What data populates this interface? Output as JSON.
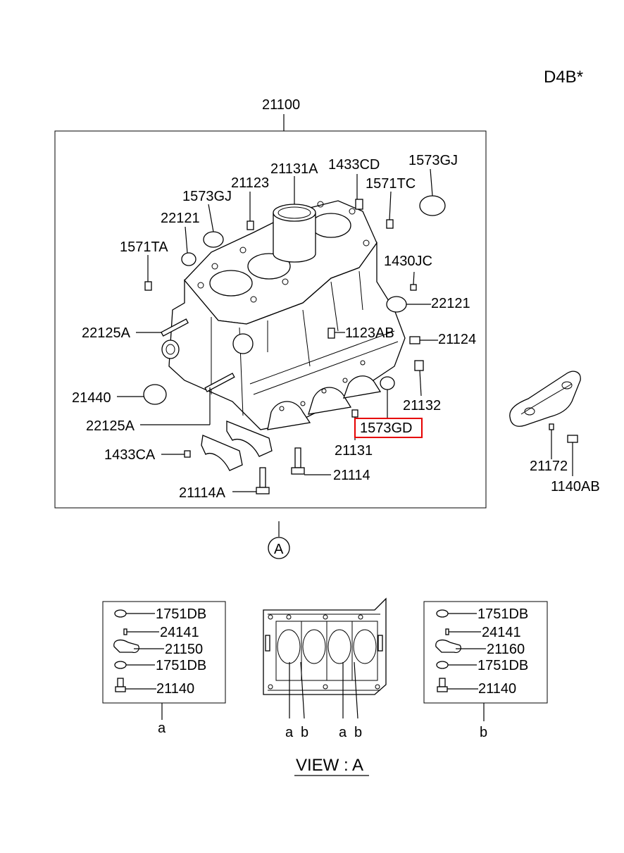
{
  "header": {
    "engine_code": "D4B*"
  },
  "main": {
    "assembly_label": "21100",
    "callouts": [
      {
        "id": "c1",
        "text": "21131A"
      },
      {
        "id": "c2",
        "text": "1433CD"
      },
      {
        "id": "c3",
        "text": "1573GJ"
      },
      {
        "id": "c4",
        "text": "21123"
      },
      {
        "id": "c5",
        "text": "1571TC"
      },
      {
        "id": "c6",
        "text": "1573GJ"
      },
      {
        "id": "c7",
        "text": "22121"
      },
      {
        "id": "c8",
        "text": "1571TA"
      },
      {
        "id": "c9",
        "text": "1430JC"
      },
      {
        "id": "c10",
        "text": "22121"
      },
      {
        "id": "c11",
        "text": "22125A"
      },
      {
        "id": "c12",
        "text": "1123AB"
      },
      {
        "id": "c13",
        "text": "21124"
      },
      {
        "id": "c14",
        "text": "21440"
      },
      {
        "id": "c15",
        "text": "21132"
      },
      {
        "id": "c16",
        "text": "22125A"
      },
      {
        "id": "c17",
        "text": "1573GD"
      },
      {
        "id": "c18",
        "text": "21131"
      },
      {
        "id": "c19",
        "text": "1433CA"
      },
      {
        "id": "c20",
        "text": "21114"
      },
      {
        "id": "c21",
        "text": "21114A"
      }
    ],
    "view_marker": "A"
  },
  "side_parts": {
    "p1": "21172",
    "p2": "1140AB"
  },
  "detail_a": {
    "items": [
      "1751DB",
      "24141",
      "21150",
      "1751DB",
      "21140"
    ],
    "caption": "a"
  },
  "detail_b": {
    "items": [
      "1751DB",
      "24141",
      "21160",
      "1751DB",
      "21140"
    ],
    "caption": "b"
  },
  "view_a": {
    "letters": [
      "a",
      "b",
      "a",
      "b"
    ],
    "title": "VIEW : A"
  },
  "colors": {
    "highlight": "#e60000",
    "line": "#000000"
  }
}
